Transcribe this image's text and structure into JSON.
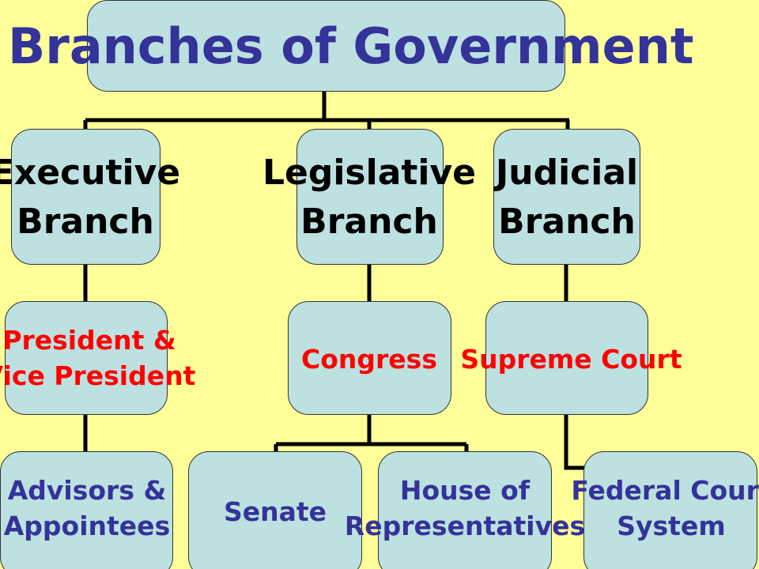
{
  "colors": {
    "background": "#ffff99",
    "box_fill": "#bde0e0",
    "title": "#333399",
    "branch_text": "#000000",
    "official_text": "#ff0000",
    "sub_text": "#333399"
  },
  "title": "Branches of Government",
  "branches": {
    "executive": {
      "line1": "Executive",
      "line2": "Branch"
    },
    "legislative": {
      "line1": "Legislative",
      "line2": "Branch"
    },
    "judicial": {
      "line1": "Judicial",
      "line2": "Branch"
    }
  },
  "officials": {
    "executive": {
      "line1": "President &",
      "line2": "Vice President"
    },
    "legislative": {
      "line1": "Congress"
    },
    "judicial": {
      "line1": "Supreme Court"
    }
  },
  "subunits": {
    "advisors": {
      "line1": "Advisors &",
      "line2": "Appointees"
    },
    "senate": {
      "line1": "Senate"
    },
    "house": {
      "line1": "House of",
      "line2": "Representatives"
    },
    "federal_courts": {
      "line1": "Federal Court",
      "line2": "System"
    }
  }
}
